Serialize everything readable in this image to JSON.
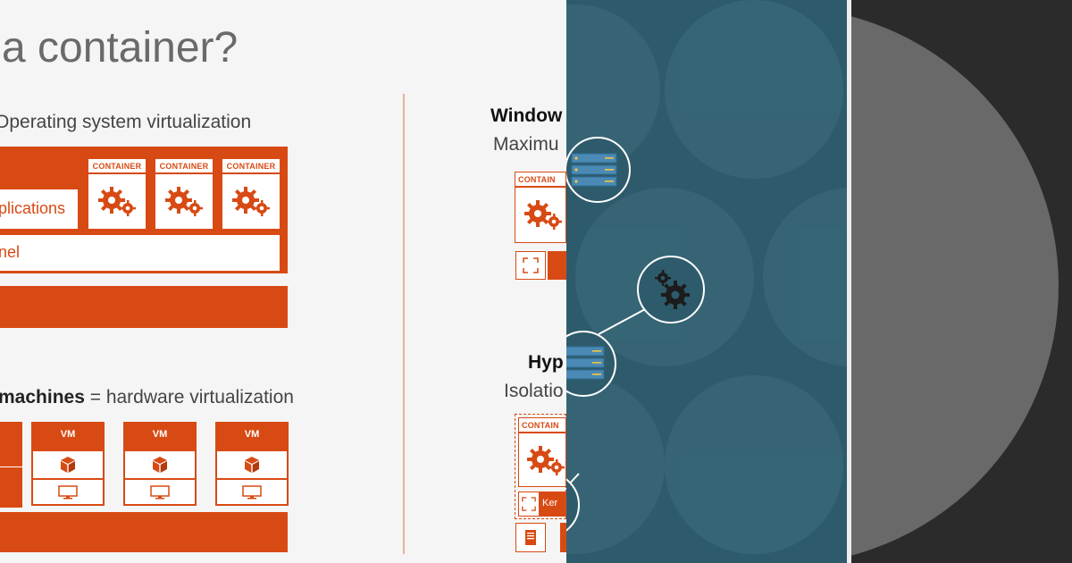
{
  "slide": {
    "title": "a container?",
    "os_virtualization": {
      "heading": "Operating system virtualization",
      "container_label": "CONTAINER",
      "apps_label": "plications",
      "kernel_label": "nel"
    },
    "hw_virtualization": {
      "bold": "machines",
      "rest": " = hardware virtualization",
      "vm_label": "VM"
    },
    "right": {
      "windows_label": "Window",
      "windows_sub": "Maximu",
      "container_label": "CONTAIN",
      "hyperv_label": "Hyp",
      "hyperv_sub": "Isolatio",
      "container_label2": "CONTAIN",
      "kernel_short": "Ker"
    }
  },
  "colors": {
    "accent_orange": "#d84a14",
    "teal_background": "#2e5b6b",
    "server_blue": "#3d7fb0",
    "dark_panel": "#2b2b2b",
    "grey_circle": "#696969"
  },
  "icons": {
    "container_app": "gears-icon",
    "vm_app": "cube-icon",
    "vm_os": "monitor-icon",
    "teal_server": "server-rack-icon",
    "teal_center": "gears-icon"
  }
}
